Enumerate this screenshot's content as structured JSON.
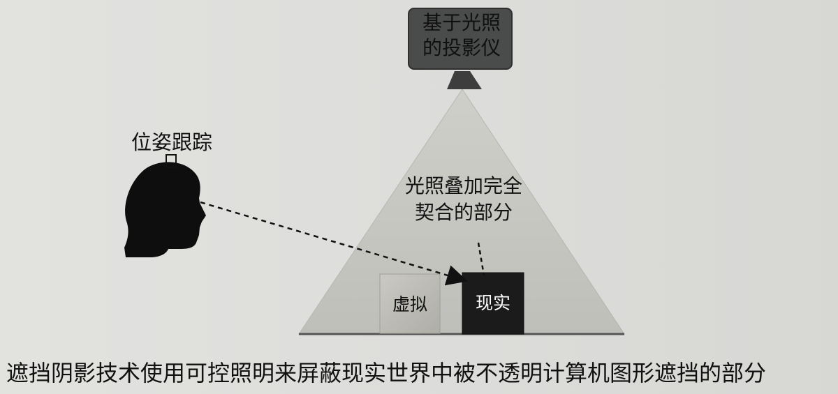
{
  "diagram": {
    "projector_label": "基于光照\n的投影仪",
    "tracking_label": "位姿跟踪",
    "overlap_label": "光照叠加完全\n契合的部分",
    "virtual_label": "虚拟",
    "real_label": "现实"
  },
  "caption": "遮挡阴影技术使用可控照明来屏蔽现实世界中被不透明计算机图形遮挡的部分",
  "colors": {
    "background": "#dcdcd9",
    "light_cone": "#c7c7c2",
    "projector_box": "#4a4c4b",
    "virtual_box": "#bdbdb5",
    "real_box": "#1b1b1b",
    "head": "#0e0e0e"
  }
}
